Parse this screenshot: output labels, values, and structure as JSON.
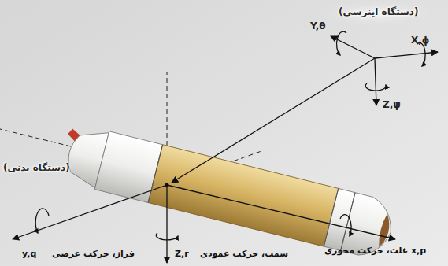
{
  "diagram": {
    "labels": [
      "(دستگاه اینرسی)",
      "Y,θ",
      "X,ϕ",
      "Z,ψ",
      "(دستگاه بدنی)",
      "y,q",
      "فراز، حرکت عرضی",
      "Z,r",
      "سمت، حرکت عمودی",
      "x,p",
      "غلت، حرکت محوری"
    ]
  }
}
